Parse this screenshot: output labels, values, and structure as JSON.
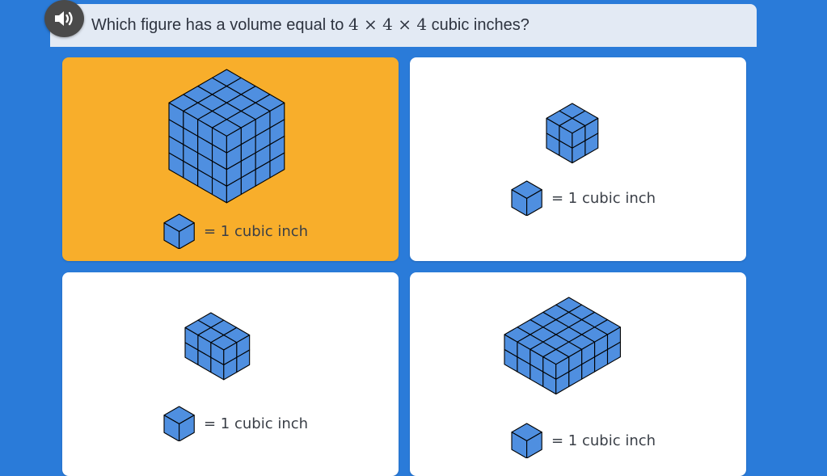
{
  "question": {
    "prefix": "Which figure has a volume equal to",
    "expression": "4 × 4 × 4",
    "suffix": "cubic inches?"
  },
  "audio_icon": "speaker-icon",
  "colors": {
    "background": "#2a7bd9",
    "selected": "#f8ae2b",
    "cube_face": "#4f8fe0",
    "cube_edge": "#000000"
  },
  "options": [
    {
      "legend": "= 1 cubic inch",
      "dims": [
        4,
        4,
        4
      ],
      "selected": true
    },
    {
      "legend": "= 1 cubic inch",
      "dims": [
        2,
        2,
        2
      ],
      "selected": false
    },
    {
      "legend": "= 1 cubic inch",
      "dims": [
        3,
        2,
        2
      ],
      "selected": false
    },
    {
      "legend": "= 1 cubic inch",
      "dims": [
        4,
        5,
        2
      ],
      "selected": false
    }
  ]
}
